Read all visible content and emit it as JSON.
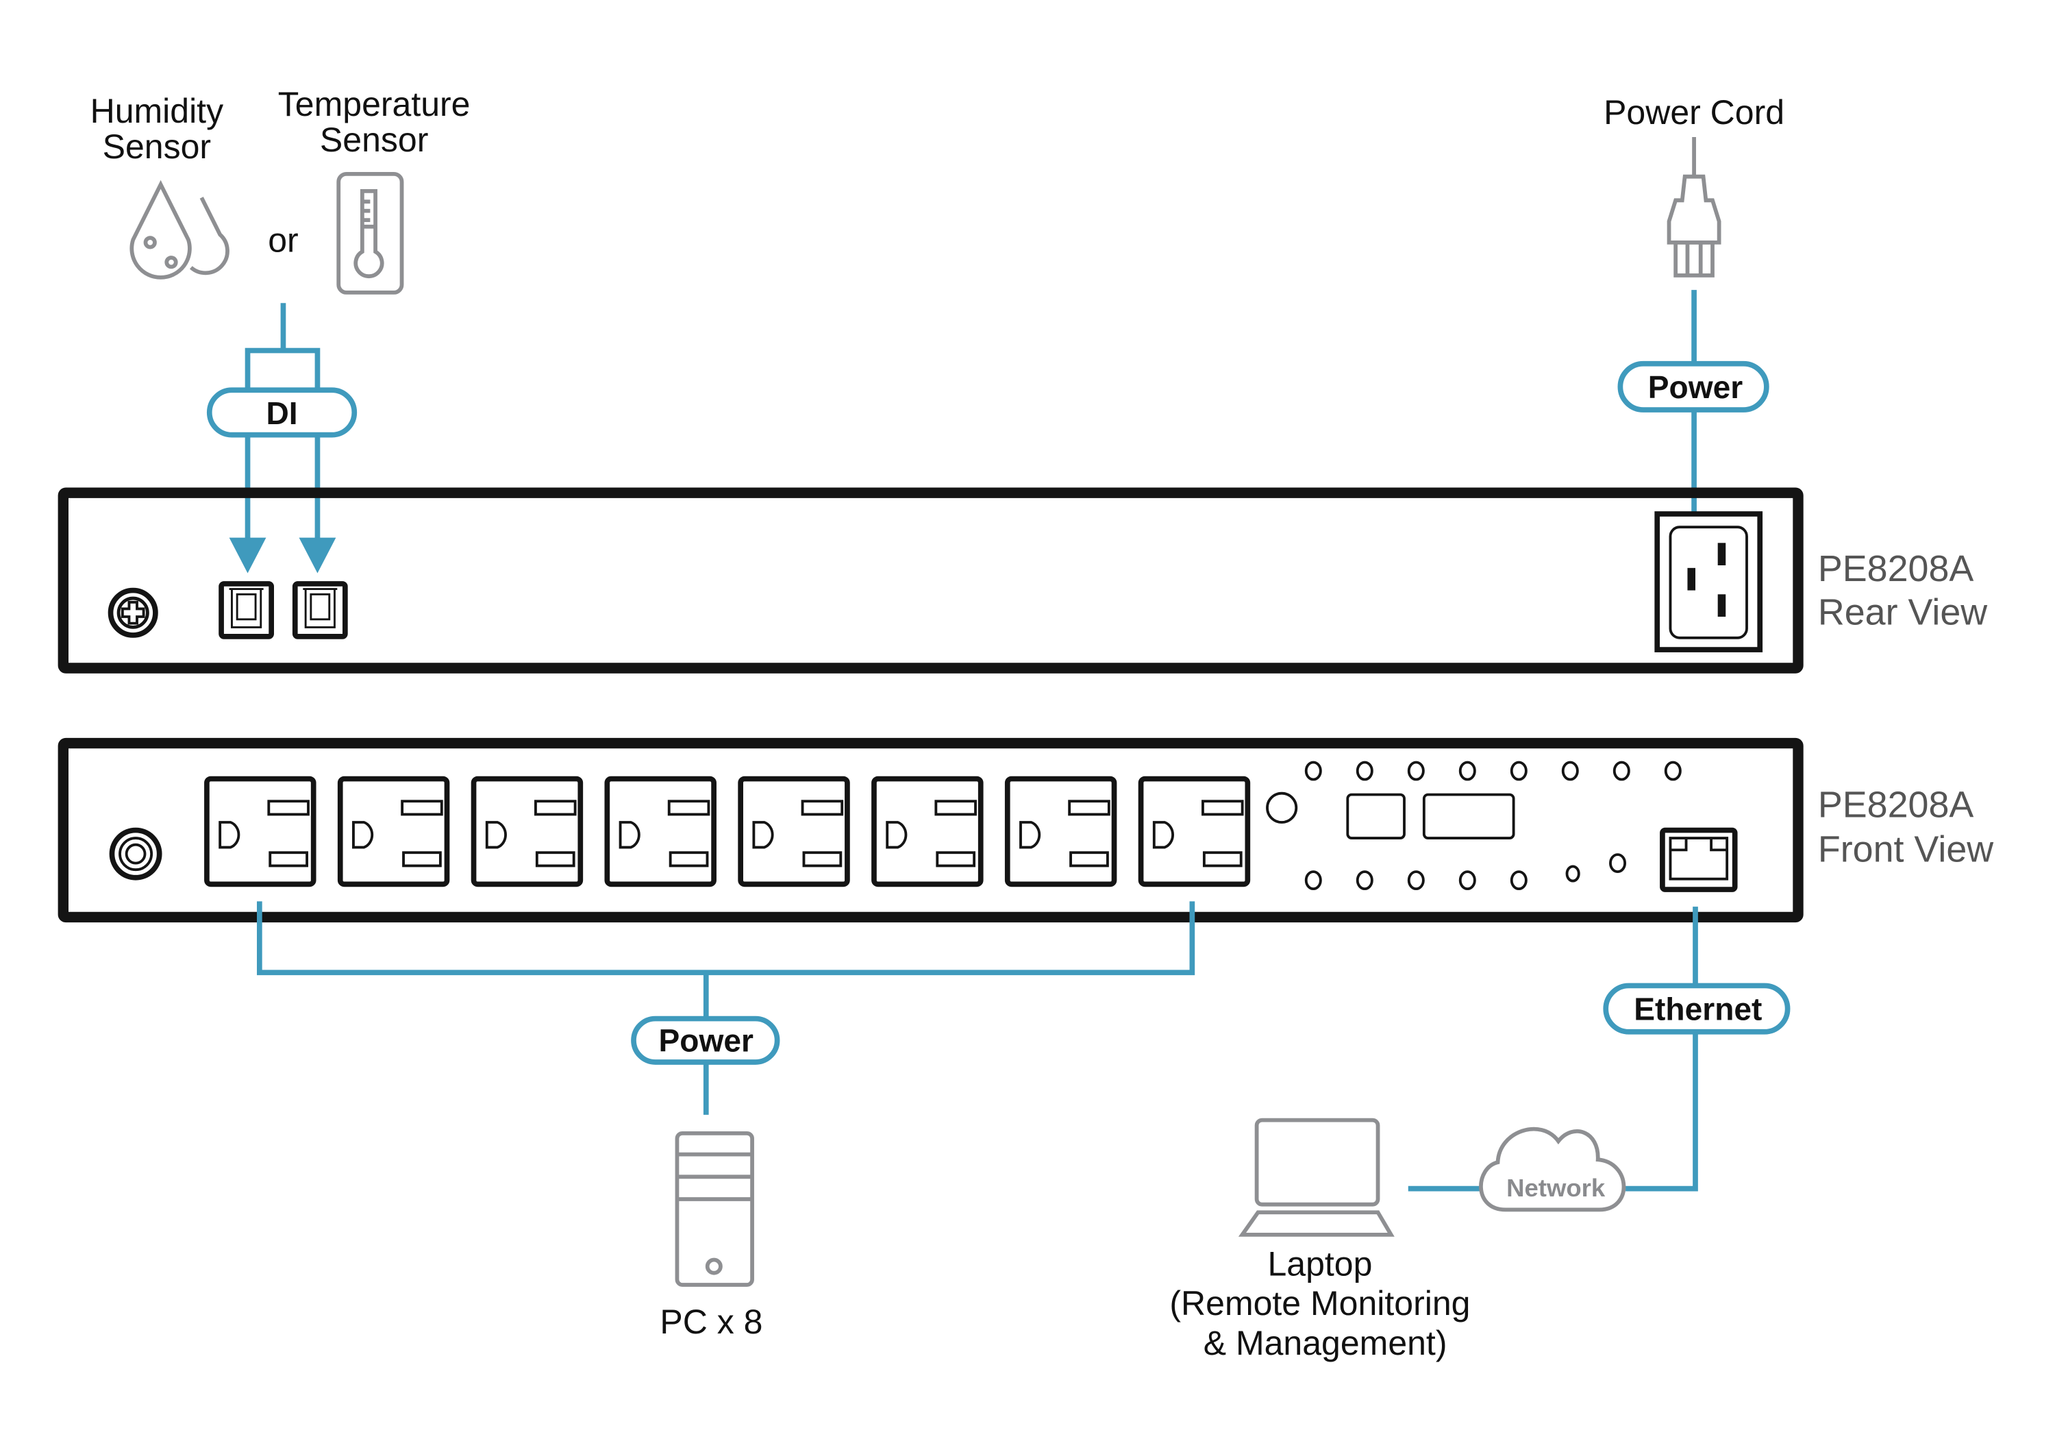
{
  "colors": {
    "connection": "#3f9abd",
    "device_outline": "#141414",
    "peripheral_icon": "#8e8f92",
    "model_label": "#555555",
    "text": "#111111"
  },
  "sensors": {
    "humidity_label_line1": "Humidity",
    "humidity_label_line2": "Sensor",
    "separator": "or",
    "temperature_label_line1": "Temperature",
    "temperature_label_line2": "Sensor",
    "humidity_icon": "water-drops-icon",
    "temperature_icon": "thermometer-icon"
  },
  "power_cord": {
    "label": "Power Cord",
    "icon": "power-plug-icon"
  },
  "connections": {
    "di": "DI",
    "rear_power": "Power",
    "outlet_power": "Power",
    "ethernet": "Ethernet",
    "network": "Network"
  },
  "rear_view": {
    "model": "PE8208A",
    "view": "Rear View",
    "ports": [
      "ground-screw",
      "sensor-port-1",
      "sensor-port-2",
      "power-inlet"
    ]
  },
  "front_view": {
    "model": "PE8208A",
    "view": "Front View",
    "outlet_count": 8,
    "top_led_count": 8,
    "bottom_led_count": 7,
    "ports": [
      "breaker",
      "outlets",
      "button",
      "display-left",
      "display-right",
      "leds",
      "ethernet-port"
    ]
  },
  "endpoints": {
    "pc_label": "PC x 8",
    "pc_icon": "desktop-tower-icon",
    "laptop_label_line1": "Laptop",
    "laptop_label_line2": "(Remote Monitoring",
    "laptop_label_line3": "& Management)",
    "laptop_icon": "laptop-icon",
    "network_icon": "cloud-icon"
  }
}
